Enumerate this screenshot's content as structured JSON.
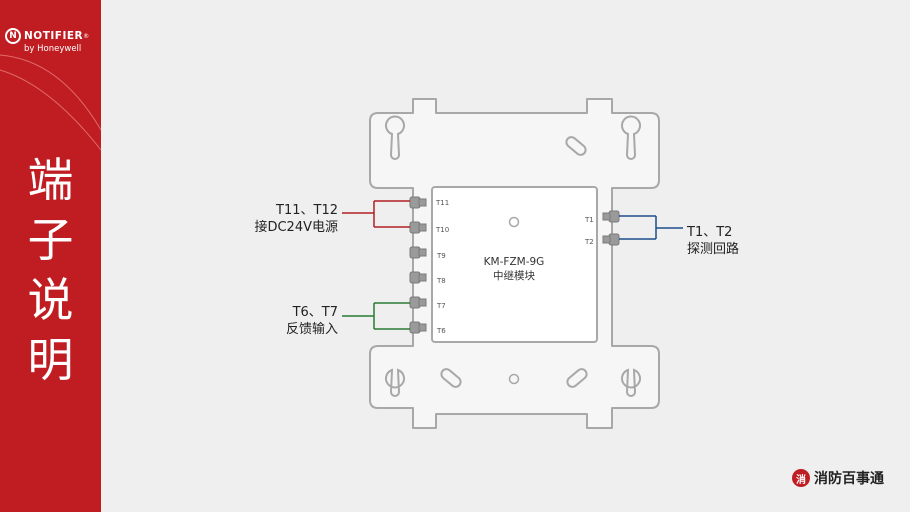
{
  "brand": {
    "logo_mark": "N",
    "name": "NOTIFIER",
    "reg": "®",
    "byline": "by Honeywell"
  },
  "sidebar": {
    "title_chars": [
      "端",
      "子",
      "说",
      "明"
    ]
  },
  "module": {
    "model": "KM-FZM-9G",
    "name": "中继模块"
  },
  "terminals": {
    "left": [
      "T11",
      "T10",
      "T9",
      "T8",
      "T7",
      "T6"
    ],
    "right": [
      "T1",
      "T2"
    ]
  },
  "annotations": {
    "power": {
      "line1": "T11、T12",
      "line2": "接DC24V电源",
      "color": "#b21f24"
    },
    "feedback": {
      "line1": "T6、T7",
      "line2": "反馈输入",
      "color": "#2a7a35"
    },
    "loop": {
      "line1": "T1、T2",
      "line2": "探测回路",
      "color": "#1f4e8c"
    }
  },
  "footer": {
    "logo_mark": "消",
    "text": "消防百事通"
  },
  "colors": {
    "sidebar": "#c01d22",
    "background": "#efefef",
    "outline": "#a8a8a8"
  }
}
